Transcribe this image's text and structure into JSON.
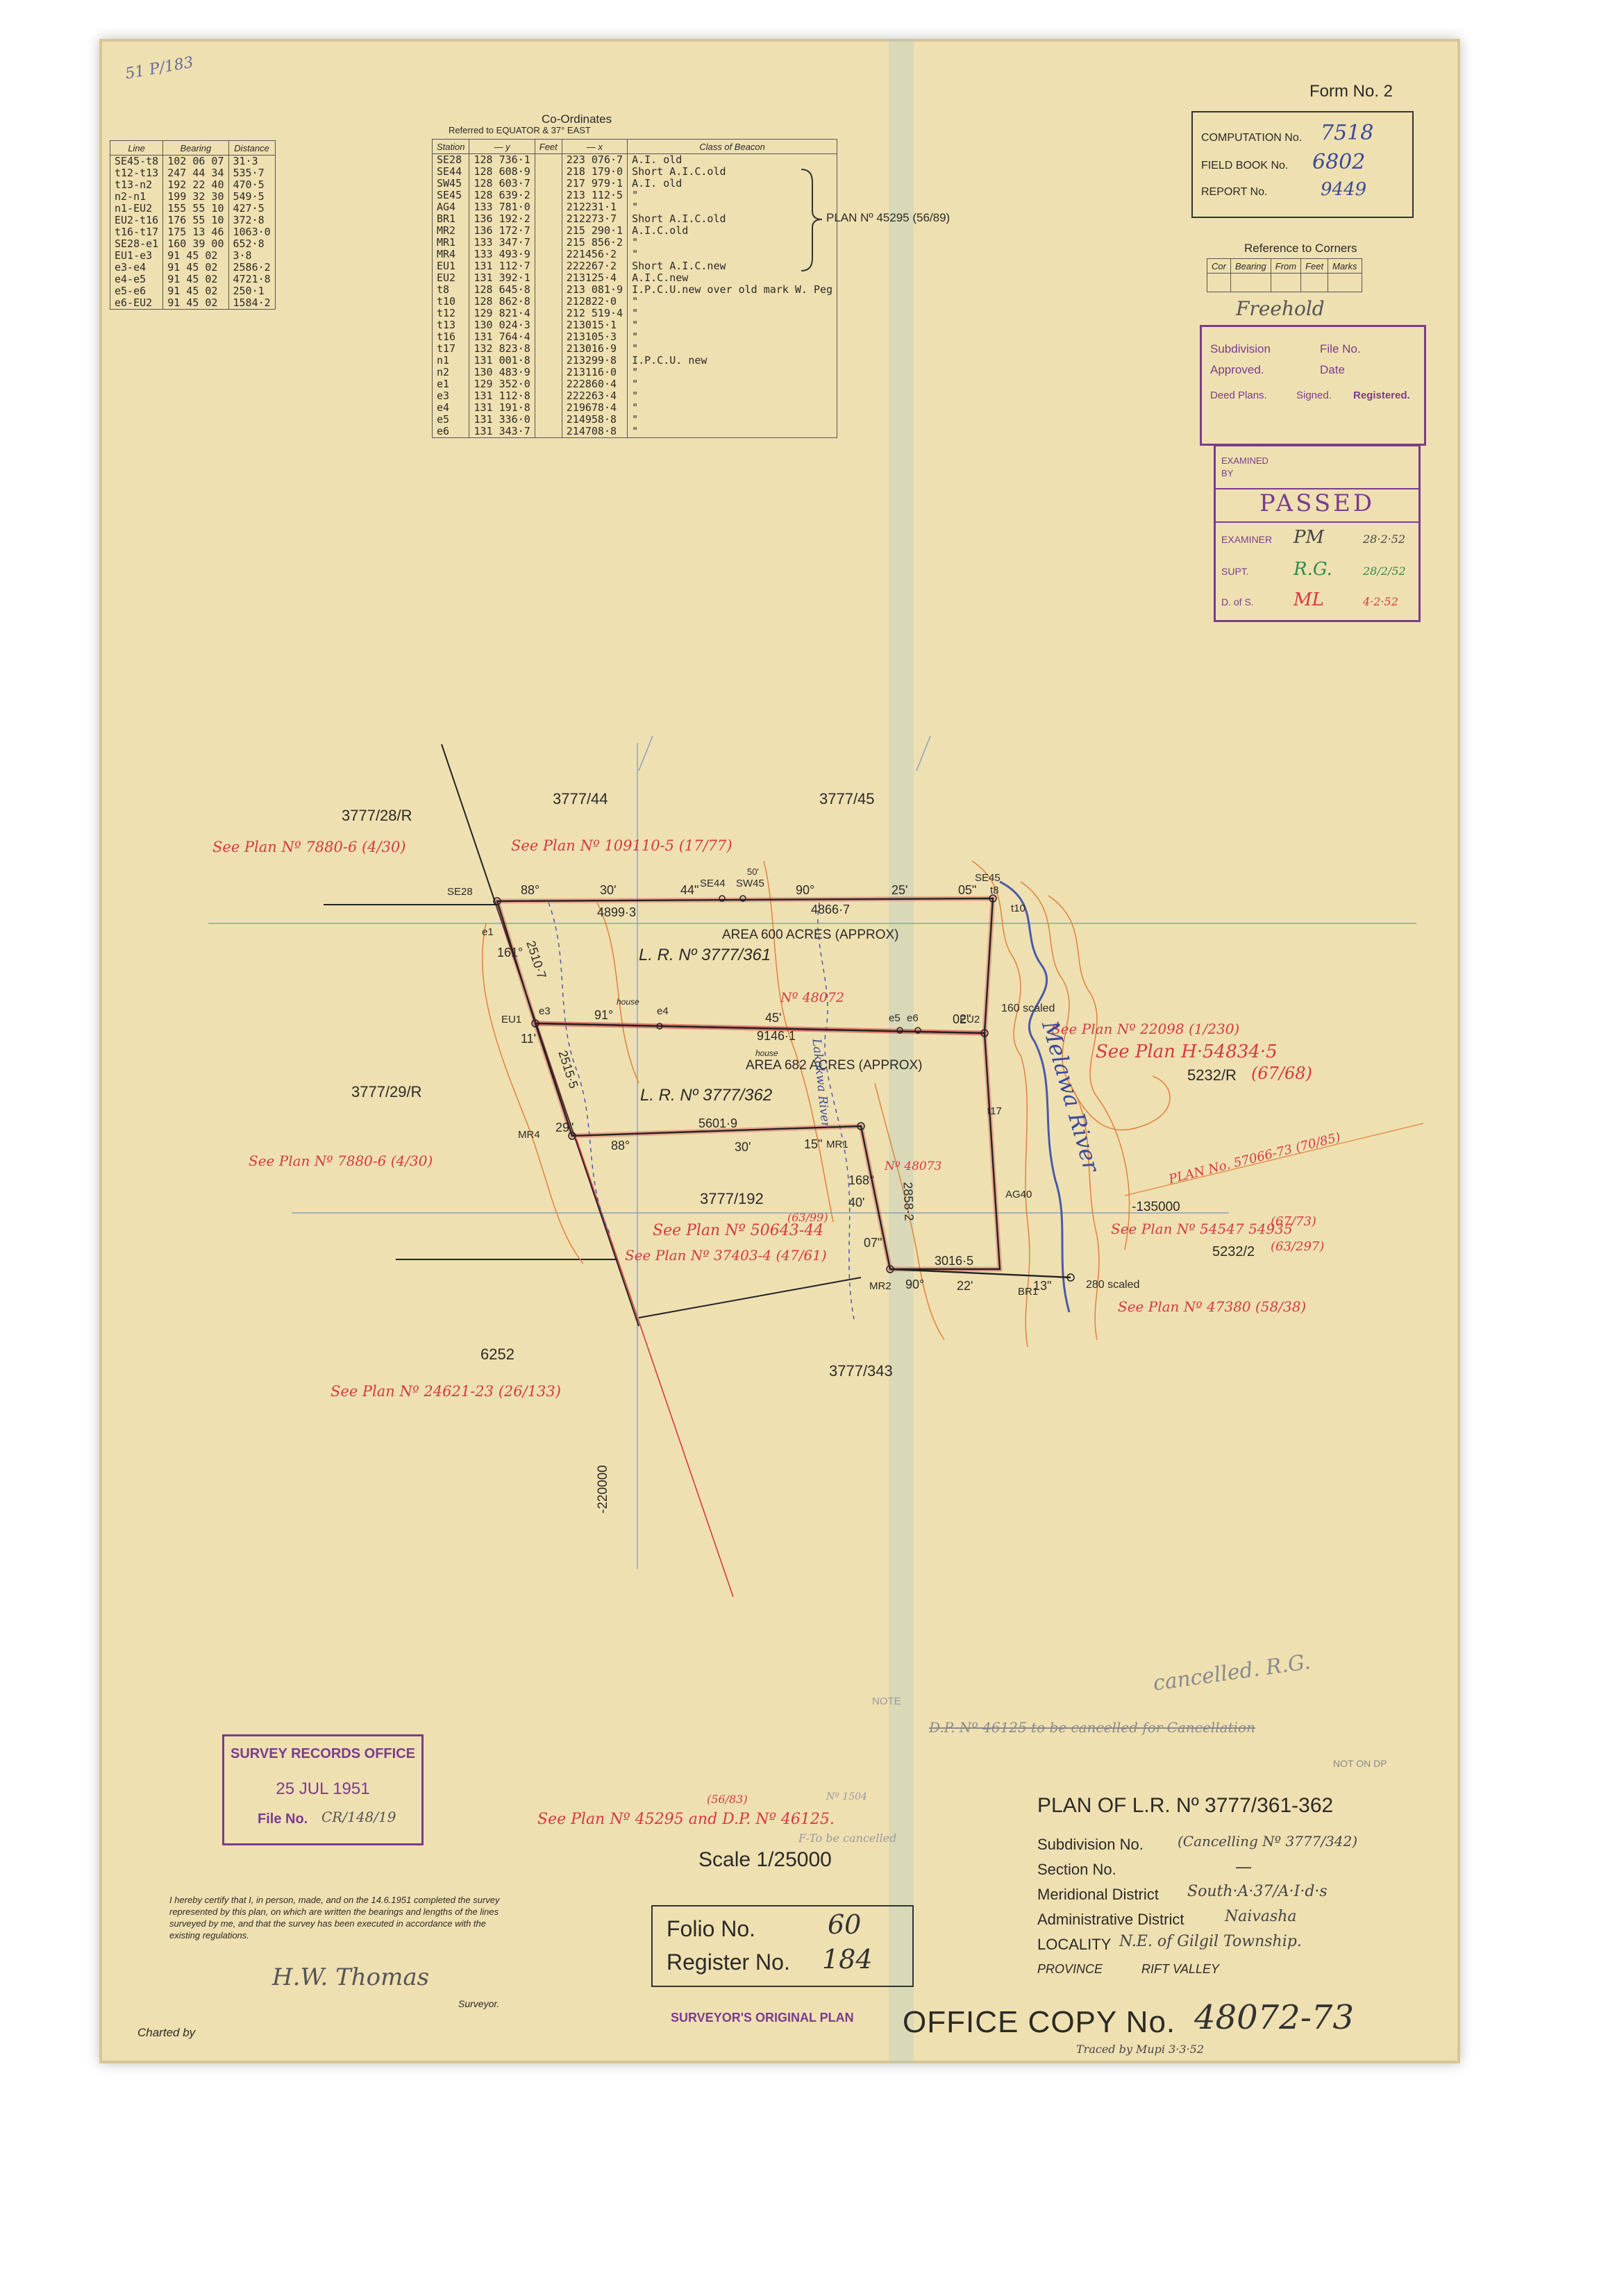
{
  "margin_note": "51 P/183",
  "form_no": "Form No. 2",
  "ref_box": {
    "computation_label": "COMPUTATION No.",
    "computation_value": "7518",
    "field_book_label": "FIELD BOOK No.",
    "field_book_value": "6802",
    "report_label": "REPORT No.",
    "report_value": "9449"
  },
  "line_table": {
    "headers": [
      "Line",
      "Bearing",
      "Distance"
    ],
    "rows": [
      [
        "SE45-t8",
        "102 06 07",
        "31·3"
      ],
      [
        "t12-t13",
        "247 44 34",
        "535·7"
      ],
      [
        "t13-n2",
        "192 22 40",
        "470·5"
      ],
      [
        "n2-n1",
        "199 32 30",
        "549·5"
      ],
      [
        "n1-EU2",
        "155 55 10",
        "427·5"
      ],
      [
        "EU2-t16",
        "176 55 10",
        "372·8"
      ],
      [
        "t16-t17",
        "175 13 46",
        "1063·0"
      ],
      [
        "SE28-e1",
        "160 39 00",
        "652·8"
      ],
      [
        "EU1-e3",
        "91 45 02",
        "3·8"
      ],
      [
        "e3-e4",
        "91 45 02",
        "2586·2"
      ],
      [
        "e4-e5",
        "91 45 02",
        "4721·8"
      ],
      [
        "e5-e6",
        "91 45 02",
        "250·1"
      ],
      [
        "e6-EU2",
        "91 45 02",
        "1584·2"
      ]
    ]
  },
  "coord_table": {
    "title": "Co-Ordinates",
    "subtitle": "Referred to EQUATOR & 37° EAST",
    "headers": [
      "Station",
      "— y",
      "Feet",
      "— x",
      "Class of Beacon"
    ],
    "rows": [
      [
        "SE28",
        "128 736·1",
        "223 076·7",
        "A.I. old"
      ],
      [
        "SE44",
        "128 608·9",
        "218 179·0",
        "Short A.I.C.old"
      ],
      [
        "SW45",
        "128 603·7",
        "217 979·1",
        "A.I. old"
      ],
      [
        "SE45",
        "128 639·2",
        "213 112·5",
        "\""
      ],
      [
        "AG4",
        "133 781·0",
        "212231·1",
        "\""
      ],
      [
        "BR1",
        "136 192·2",
        "212273·7",
        "Short A.I.C.old"
      ],
      [
        "MR2",
        "136 172·7",
        "215 290·1",
        "A.I.C.old"
      ],
      [
        "MR1",
        "133 347·7",
        "215 856·2",
        "\""
      ],
      [
        "MR4",
        "133 493·9",
        "221456·2",
        "\""
      ],
      [
        "EU1",
        "131 112·7",
        "222267·2",
        "Short A.I.C.new"
      ],
      [
        "EU2",
        "131 392·1",
        "213125·4",
        "A.I.C.new"
      ],
      [
        "t8",
        "128 645·8",
        "213 081·9",
        "I.P.C.U.new over old mark W. Peg"
      ],
      [
        "t10",
        "128 862·8",
        "212822·0",
        "\""
      ],
      [
        "t12",
        "129 821·4",
        "212 519·4",
        "\""
      ],
      [
        "t13",
        "130 024·3",
        "213015·1",
        "\""
      ],
      [
        "t16",
        "131 764·4",
        "213105·3",
        "\""
      ],
      [
        "t17",
        "132 823·8",
        "213016·9",
        "\""
      ],
      [
        "n1",
        "131 001·8",
        "213299·8",
        "I.P.C.U. new"
      ],
      [
        "n2",
        "130 483·9",
        "213116·0",
        "\""
      ],
      [
        "e1",
        "129 352·0",
        "222860·4",
        "\""
      ],
      [
        "e3",
        "131 112·8",
        "222263·4",
        "\""
      ],
      [
        "e4",
        "131 191·8",
        "219678·4",
        "\""
      ],
      [
        "e5",
        "131 336·0",
        "214958·8",
        "\""
      ],
      [
        "e6",
        "131 343·7",
        "214708·8",
        "\""
      ]
    ],
    "bracket_note": "PLAN Nº 45295 (56/89)"
  },
  "corners_table": {
    "title": "Reference to Corners",
    "headers": [
      "Cor",
      "Bearing",
      "From",
      "Feet",
      "Marks"
    ]
  },
  "deed_stamp": {
    "freehold": "Freehold",
    "subdivision": "Subdivision",
    "file_no": "File No.",
    "approved": "Approved.",
    "date": "Date",
    "deed_plans": "Deed Plans.",
    "signed": "Signed.",
    "registered": "Registered."
  },
  "passed_stamp": {
    "examined_by": "EXAMINED BY",
    "passed": "PASSED",
    "examiner": "EXAMINER",
    "examiner_sig": "PM",
    "examiner_date": "28·2·52",
    "supt": "SUPT.",
    "supt_sig": "R.G.",
    "supt_date": "28/2/52",
    "dos": "D. of S.",
    "dos_sig": "ML",
    "dos_date": "4·2·52"
  },
  "map": {
    "parcels": {
      "p1": "3777/28/R",
      "p2": "3777/44",
      "p3": "3777/45",
      "p4": "3777/29/R",
      "p5": "5232/R",
      "p6": "3777/192",
      "p7": "5232/2",
      "p8": "6252",
      "p9": "3777/343"
    },
    "plan_refs": {
      "r1": "See Plan Nº 7880-6 (4/30)",
      "r2": "See Plan Nº 109110-5 (17/77)",
      "r3": "Nº 48072",
      "r4": "See Plan Nº 22098 (1/230)",
      "r5": "See Plan H·54834·5",
      "r6": "(67/68)",
      "r7": "See Plan Nº 7880-6 (4/30)",
      "r8": "Nº 48073",
      "r9": "See Plan Nº 50643-44",
      "r10": "(63/99)",
      "r11": "See Plan Nº 37403-4 (47/61)",
      "r12": "See Plan Nº 54547 54935",
      "r13": "(67/73) (63/297)",
      "r14": "See Plan Nº 47380 (58/38)",
      "r15": "See Plan Nº 24621-23 (26/133)",
      "r16": "PLAN No. 57066-73 (70/85)"
    },
    "areas": {
      "a1": "AREA 600 ACRES (APPROX)",
      "lr1": "L. R. Nº 3777/361",
      "a2": "AREA 682 ACRES (APPROX)",
      "lr2": "L. R. Nº 3777/362"
    },
    "distances": {
      "d1": "4899·3",
      "d2": "4866·7",
      "d3": "9146·1",
      "d4": "5601·9",
      "d5": "3016·5",
      "d6": "2510·7",
      "d7": "2515·5",
      "d8": "2858·2"
    },
    "bearings": {
      "b1": "88°",
      "b2": "30'",
      "b3": "44\"",
      "b4": "90°",
      "b5": "25'",
      "b6": "05\"",
      "b7": "91°",
      "b8": "45'",
      "b9": "02\"",
      "b10": "88°",
      "b11": "30'",
      "b12": "15\"",
      "b13": "90°",
      "b14": "22'",
      "b15": "13\"",
      "b16": "161°",
      "b17": "11'",
      "b18": "29\"",
      "b19": "168°",
      "b20": "40'",
      "b21": "07\""
    },
    "stations": {
      "s1": "SE28",
      "s2": "SE44",
      "s3": "SW45",
      "s4": "SE45",
      "s5": "EU1",
      "s6": "EU2",
      "s7": "MR4",
      "s8": "MR1",
      "s9": "MR2",
      "s10": "BR1",
      "s11": "AG40",
      "s12": "e1",
      "s13": "e3",
      "s14": "e4",
      "s15": "e5",
      "s16": "e6",
      "s17": "t8",
      "s18": "t10",
      "s19": "t17"
    },
    "notes": {
      "house1": "house",
      "house2": "house",
      "scaled1": "160 scaled",
      "scaled2": "280 scaled",
      "river1": "Melawa River",
      "river2": "Lakokwa River",
      "grid_h": "-135000",
      "grid_v": "-220000",
      "c50": "50'"
    }
  },
  "cancel_note": {
    "note": "NOTE",
    "text": "D.P. Nº 46125 to be cancelled for Cancellation",
    "cancelled": "cancelled. R.G.",
    "not_dp": "NOT ON DP"
  },
  "records_stamp": {
    "title": "SURVEY RECORDS OFFICE",
    "date": "25 JUL 1951",
    "file_label": "File No.",
    "file_value": "CR/148/19"
  },
  "bottom_ref": {
    "text": "See Plan Nº 45295 and D.P. Nº 46125.",
    "sup": "(56/83)",
    "tobe": "F-To be cancelled",
    "nr": "Nº 1504"
  },
  "scale": "Scale 1/25000",
  "folio": {
    "folio_label": "Folio No.",
    "folio_value": "60",
    "register_label": "Register No.",
    "register_value": "184"
  },
  "certificate": {
    "text": "I hereby certify that I, in person, made, and on the 14.6.1951 completed the survey represented by this plan, on which are written the bearings and lengths of the lines surveyed by me, and that the survey has been executed in accordance with the existing regulations.",
    "signature": "H.W. Thomas",
    "surveyor": "Surveyor."
  },
  "charted_by": "Charted by",
  "title_block": {
    "plan_of": "PLAN OF L.R. Nº 3777/361-362",
    "subdivision_label": "Subdivision No.",
    "subdivision_value": "(Cancelling Nº 3777/342)",
    "section_label": "Section No.",
    "section_value": "—",
    "meridional_label": "Meridional District",
    "meridional_value": "South·A·37/A·I·d·s",
    "admin_label": "Administrative District",
    "admin_value": "Naivasha",
    "locality_label": "LOCALITY",
    "locality_value": "N.E. of Gilgil Township.",
    "province_label": "PROVINCE",
    "province_value": "RIFT VALLEY"
  },
  "original_stamp": "SURVEYOR'S ORIGINAL PLAN",
  "office_copy_label": "OFFICE COPY No.",
  "office_copy_value": "48072-73",
  "traced": "Traced by Mupi  3·3·52",
  "colors": {
    "paper": "#efe0b2",
    "red_ink": "#d43a42",
    "purple_stamp": "#7a3c8c",
    "contour": "#e0823a",
    "blue_ink": "#3a4a9a"
  }
}
